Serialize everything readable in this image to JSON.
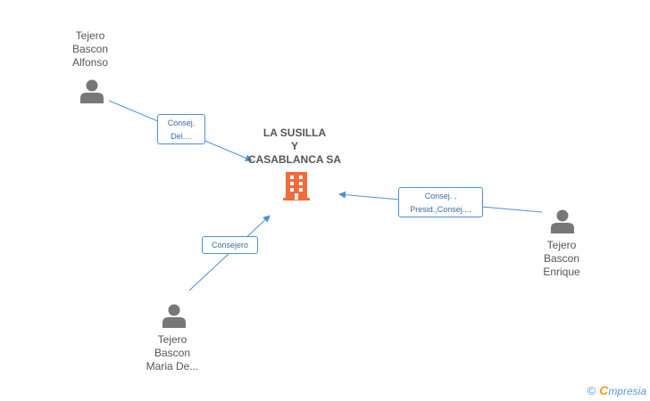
{
  "company": {
    "name": "LA SUSILLA\nY\nCASABLANCA SA",
    "icon": "building-icon",
    "color": "#f26b3a"
  },
  "people": [
    {
      "id": "alfonso",
      "name": "Tejero\nBascon\nAlfonso",
      "icon": "person-icon"
    },
    {
      "id": "enrique",
      "name": "Tejero\nBascon\nEnrique",
      "icon": "person-icon"
    },
    {
      "id": "maria",
      "name": "Tejero\nBascon\nMaria De...",
      "icon": "person-icon"
    }
  ],
  "relations": [
    {
      "from": "alfonso",
      "label": "Consej.\nDel...."
    },
    {
      "from": "enrique",
      "label": "Consej. ,\nPresid.,Consej...."
    },
    {
      "from": "maria",
      "label": "Consejero"
    }
  ],
  "brand": {
    "copyright": "©",
    "first_letter": "C",
    "rest": "mpresia"
  },
  "colors": {
    "edge": "#4a90d9",
    "person": "#777777",
    "label_text": "#555555"
  }
}
